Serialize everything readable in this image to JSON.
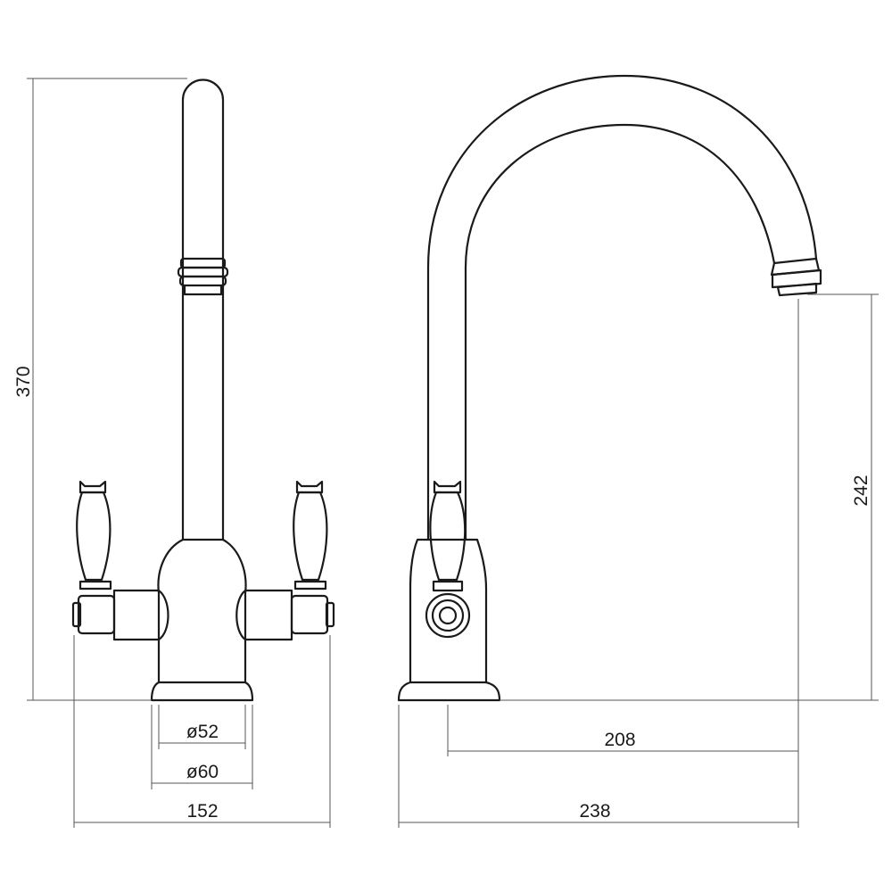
{
  "drawing": {
    "title": "Twin lever mixer tap dimension drawing",
    "units": "mm",
    "line_color": "#1a1a1a",
    "dimensions": {
      "overall_height": "370",
      "spout_height": "242",
      "base_diameter_inner": "ø52",
      "base_diameter_outer": "ø60",
      "overall_width": "152",
      "spout_reach": "208",
      "overall_depth": "238"
    }
  }
}
